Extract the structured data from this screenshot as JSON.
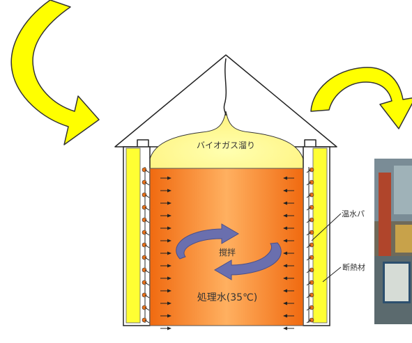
{
  "labels": {
    "biogas": "バイオガス溜り",
    "stir": "撹拌",
    "water": "処理水(35℃)",
    "hot_water_pipe": "温水パ",
    "insulation": "断熱材"
  },
  "colors": {
    "insulation_yellow": "#ffff33",
    "gas_yellow": "#ffff99",
    "liquid_orange_center": "#ffb060",
    "liquid_orange_edge": "#f06a10",
    "stir_arrow_blue": "#6a6fae",
    "heater_dot": "#e8711b",
    "curved_arrow_yellow": "#ffff00"
  },
  "icons": {
    "left_arrow": "curved-arrow-icon",
    "right_arrow": "curved-arrow-icon",
    "stir": "circular-arrows-icon"
  }
}
